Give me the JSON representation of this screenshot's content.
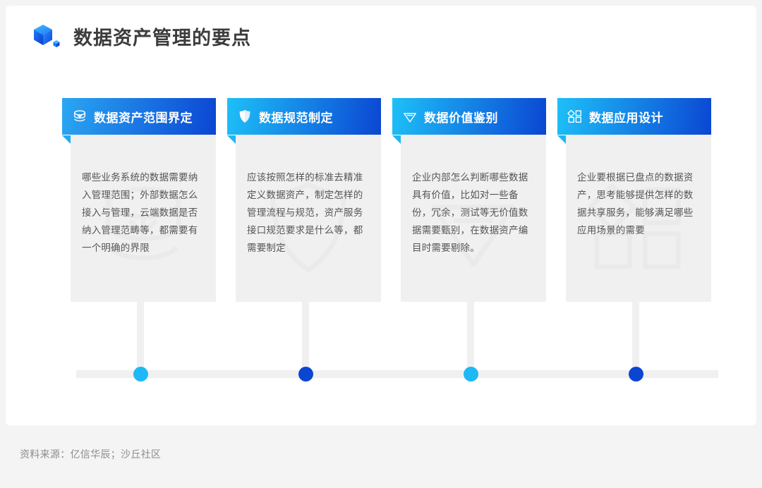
{
  "header": {
    "title": "数据资产管理的要点",
    "logo_icon": "blue-cube-logo"
  },
  "theme": {
    "cyan": "#1EB8F7",
    "blue": "#0B46D3",
    "panel_gray": "#F0F0F0",
    "page_gray": "#F4F4F4",
    "title_color": "#3C3C3C",
    "body_text_color": "#555555"
  },
  "cards": [
    {
      "title": "数据资产范围界定",
      "icon": "database-stack-icon",
      "body": "哪些业务系统的数据需要纳入管理范围；外部数据怎么接入与管理，云端数据是否纳入管理范畴等，都需要有一个明确的界限",
      "ribbon_from": "#2AA7F2",
      "ribbon_to": "#0B46D3",
      "dot_color": "#1EB8F7"
    },
    {
      "title": "数据规范制定",
      "icon": "shield-icon",
      "body": "应该按照怎样的标准去精准定义数据资产，制定怎样的管理流程与规范，资产服务接口规范要求是什么等，都需要制定",
      "ribbon_from": "#1EC0F8",
      "ribbon_to": "#0B46D3",
      "dot_color": "#0B46D3"
    },
    {
      "title": "数据价值鉴别",
      "icon": "diamond-gem-icon",
      "body": "企业内部怎么判断哪些数据具有价值，比如对一些备份，冗余，测试等无价值数据需要甄别，在数据资产编目时需要剔除。",
      "ribbon_from": "#1EC0F8",
      "ribbon_to": "#0B46D3",
      "dot_color": "#1EB8F7"
    },
    {
      "title": "数据应用设计",
      "icon": "blocks-grid-icon",
      "body": "企业要根据已盘点的数据资产，思考能够提供怎样的数据共享服务，能够满足哪些应用场景的需要",
      "ribbon_from": "#1EC0F8",
      "ribbon_to": "#0B46D3",
      "dot_color": "#0B46D3"
    }
  ],
  "footer": {
    "source": "资料来源：亿信华辰；沙丘社区"
  }
}
